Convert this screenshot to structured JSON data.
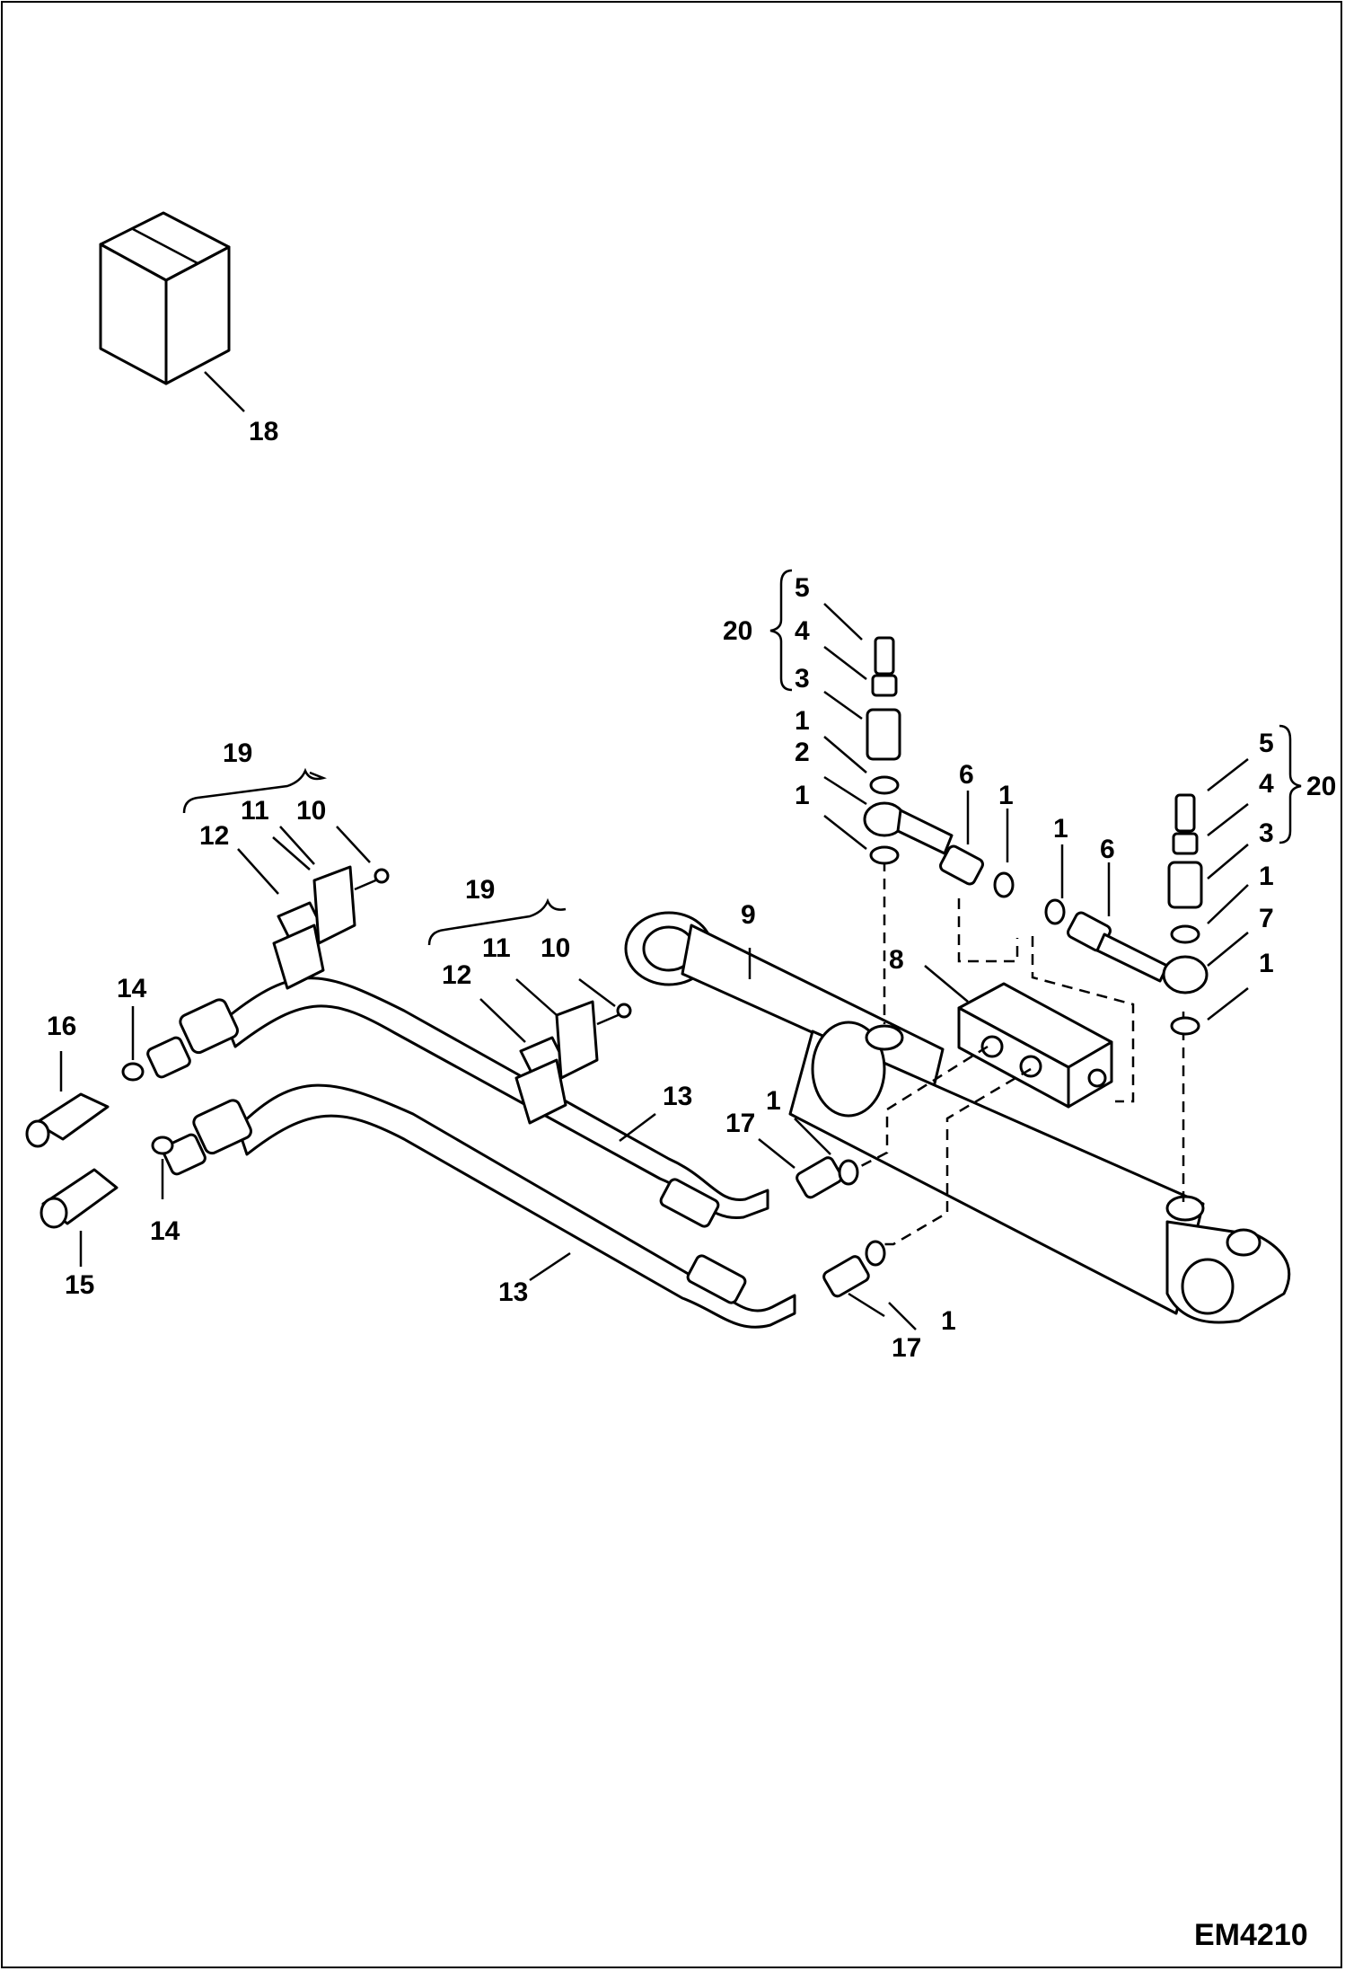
{
  "diagram_code": "EM4210",
  "callouts": {
    "c18": "18",
    "c19a": "19",
    "c11a": "11",
    "c10a": "10",
    "c12a": "12",
    "c19b": "19",
    "c11b": "11",
    "c10b": "10",
    "c12b": "12",
    "c14a": "14",
    "c16": "16",
    "c14b": "14",
    "c15": "15",
    "c13a": "13",
    "c13b": "13",
    "c17a": "17",
    "c1a": "1",
    "c17b": "17",
    "c1b": "1",
    "c9": "9",
    "c8": "8",
    "c20a": "20",
    "c5a": "5",
    "c4a": "4",
    "c3a": "3",
    "c1c": "1",
    "c2": "2",
    "c1d": "1",
    "c6a": "6",
    "c1e": "1",
    "c1f": "1",
    "c6b": "6",
    "c20b": "20",
    "c5b": "5",
    "c4b": "4",
    "c3b": "3",
    "c1g": "1",
    "c7": "7",
    "c1h": "1"
  }
}
